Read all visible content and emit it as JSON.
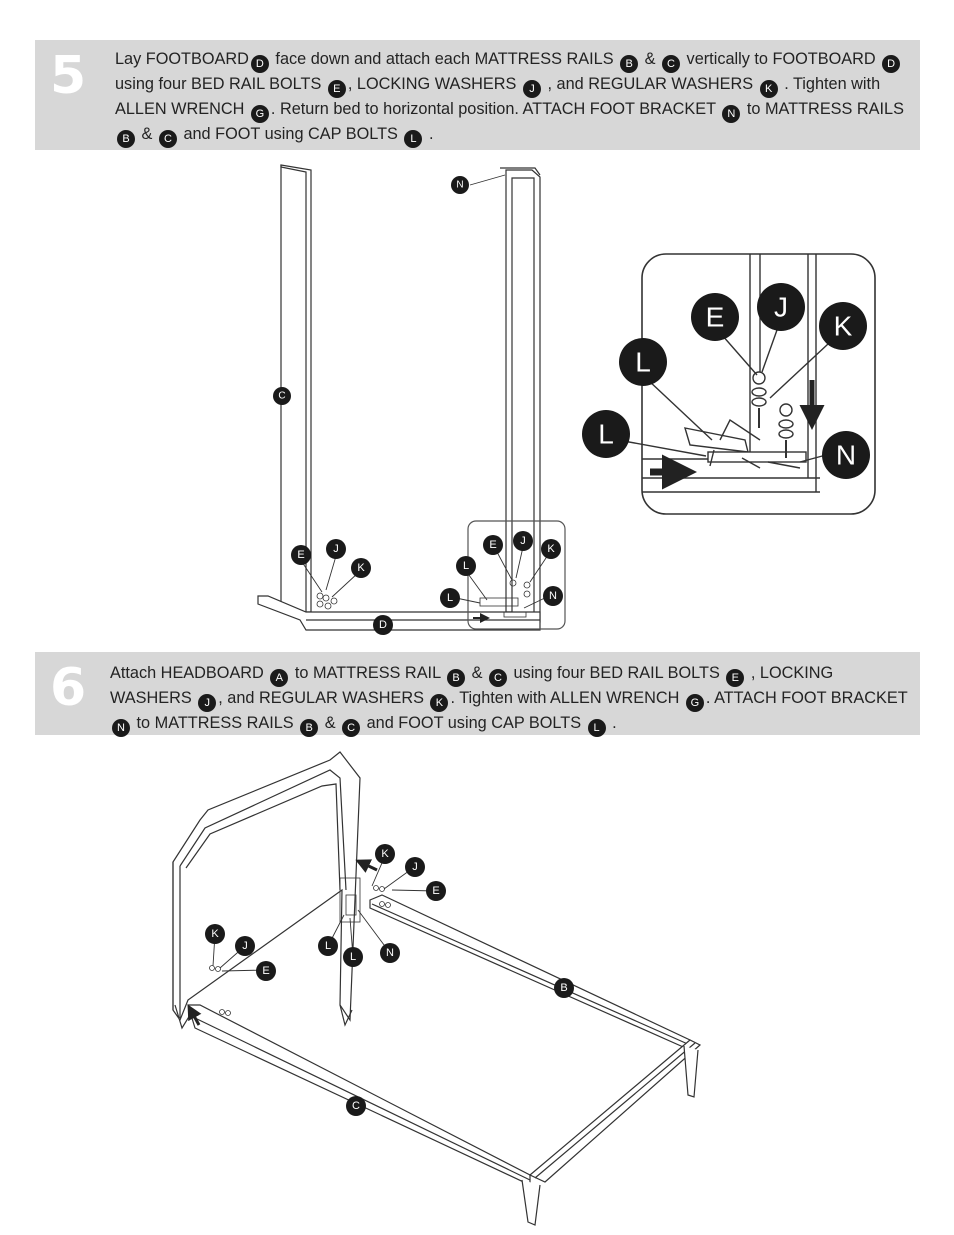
{
  "step5": {
    "number": "5",
    "t1": "Lay FOOTBOARD",
    "t2": " face down and attach each MATTRESS RAILS ",
    "t3": " & ",
    "t4": " vertically to FOOTBOARD ",
    "t5": " using four BED RAIL BOLTS ",
    "t6": ", LOCKING WASHERS ",
    "t7": " , and REGULAR WASHERS ",
    "t8": " . Tighten with ALLEN WRENCH ",
    "t9": ". Return bed to horizontal position. ATTACH FOOT BRACKET ",
    "t10": " to MATTRESS RAILS ",
    "t11": " & ",
    "t12": " and FOOT using CAP BOLTS ",
    "t13": " ."
  },
  "step6": {
    "number": "6",
    "t1": "Attach HEADBOARD ",
    "t2": " to  MATTRESS RAIL ",
    "t3": " & ",
    "t4": " using four BED RAIL BOLTS ",
    "t5": " , LOCKING WASHERS ",
    "t6": ", and REGULAR WASHERS ",
    "t7": ". Tighten with ALLEN WRENCH ",
    "t8": ". ATTACH FOOT BRACKET ",
    "t9": " to MATTRESS RAILS ",
    "t10": " & ",
    "t11": " and FOOT using CAP BOLTS ",
    "t12": " ."
  },
  "parts": {
    "A": "A",
    "B": "B",
    "C": "C",
    "D": "D",
    "E": "E",
    "G": "G",
    "J": "J",
    "K": "K",
    "L": "L",
    "N": "N"
  },
  "colors": {
    "band": "#d7d7d7",
    "badge": "#1a1a1a",
    "line": "#333333"
  }
}
